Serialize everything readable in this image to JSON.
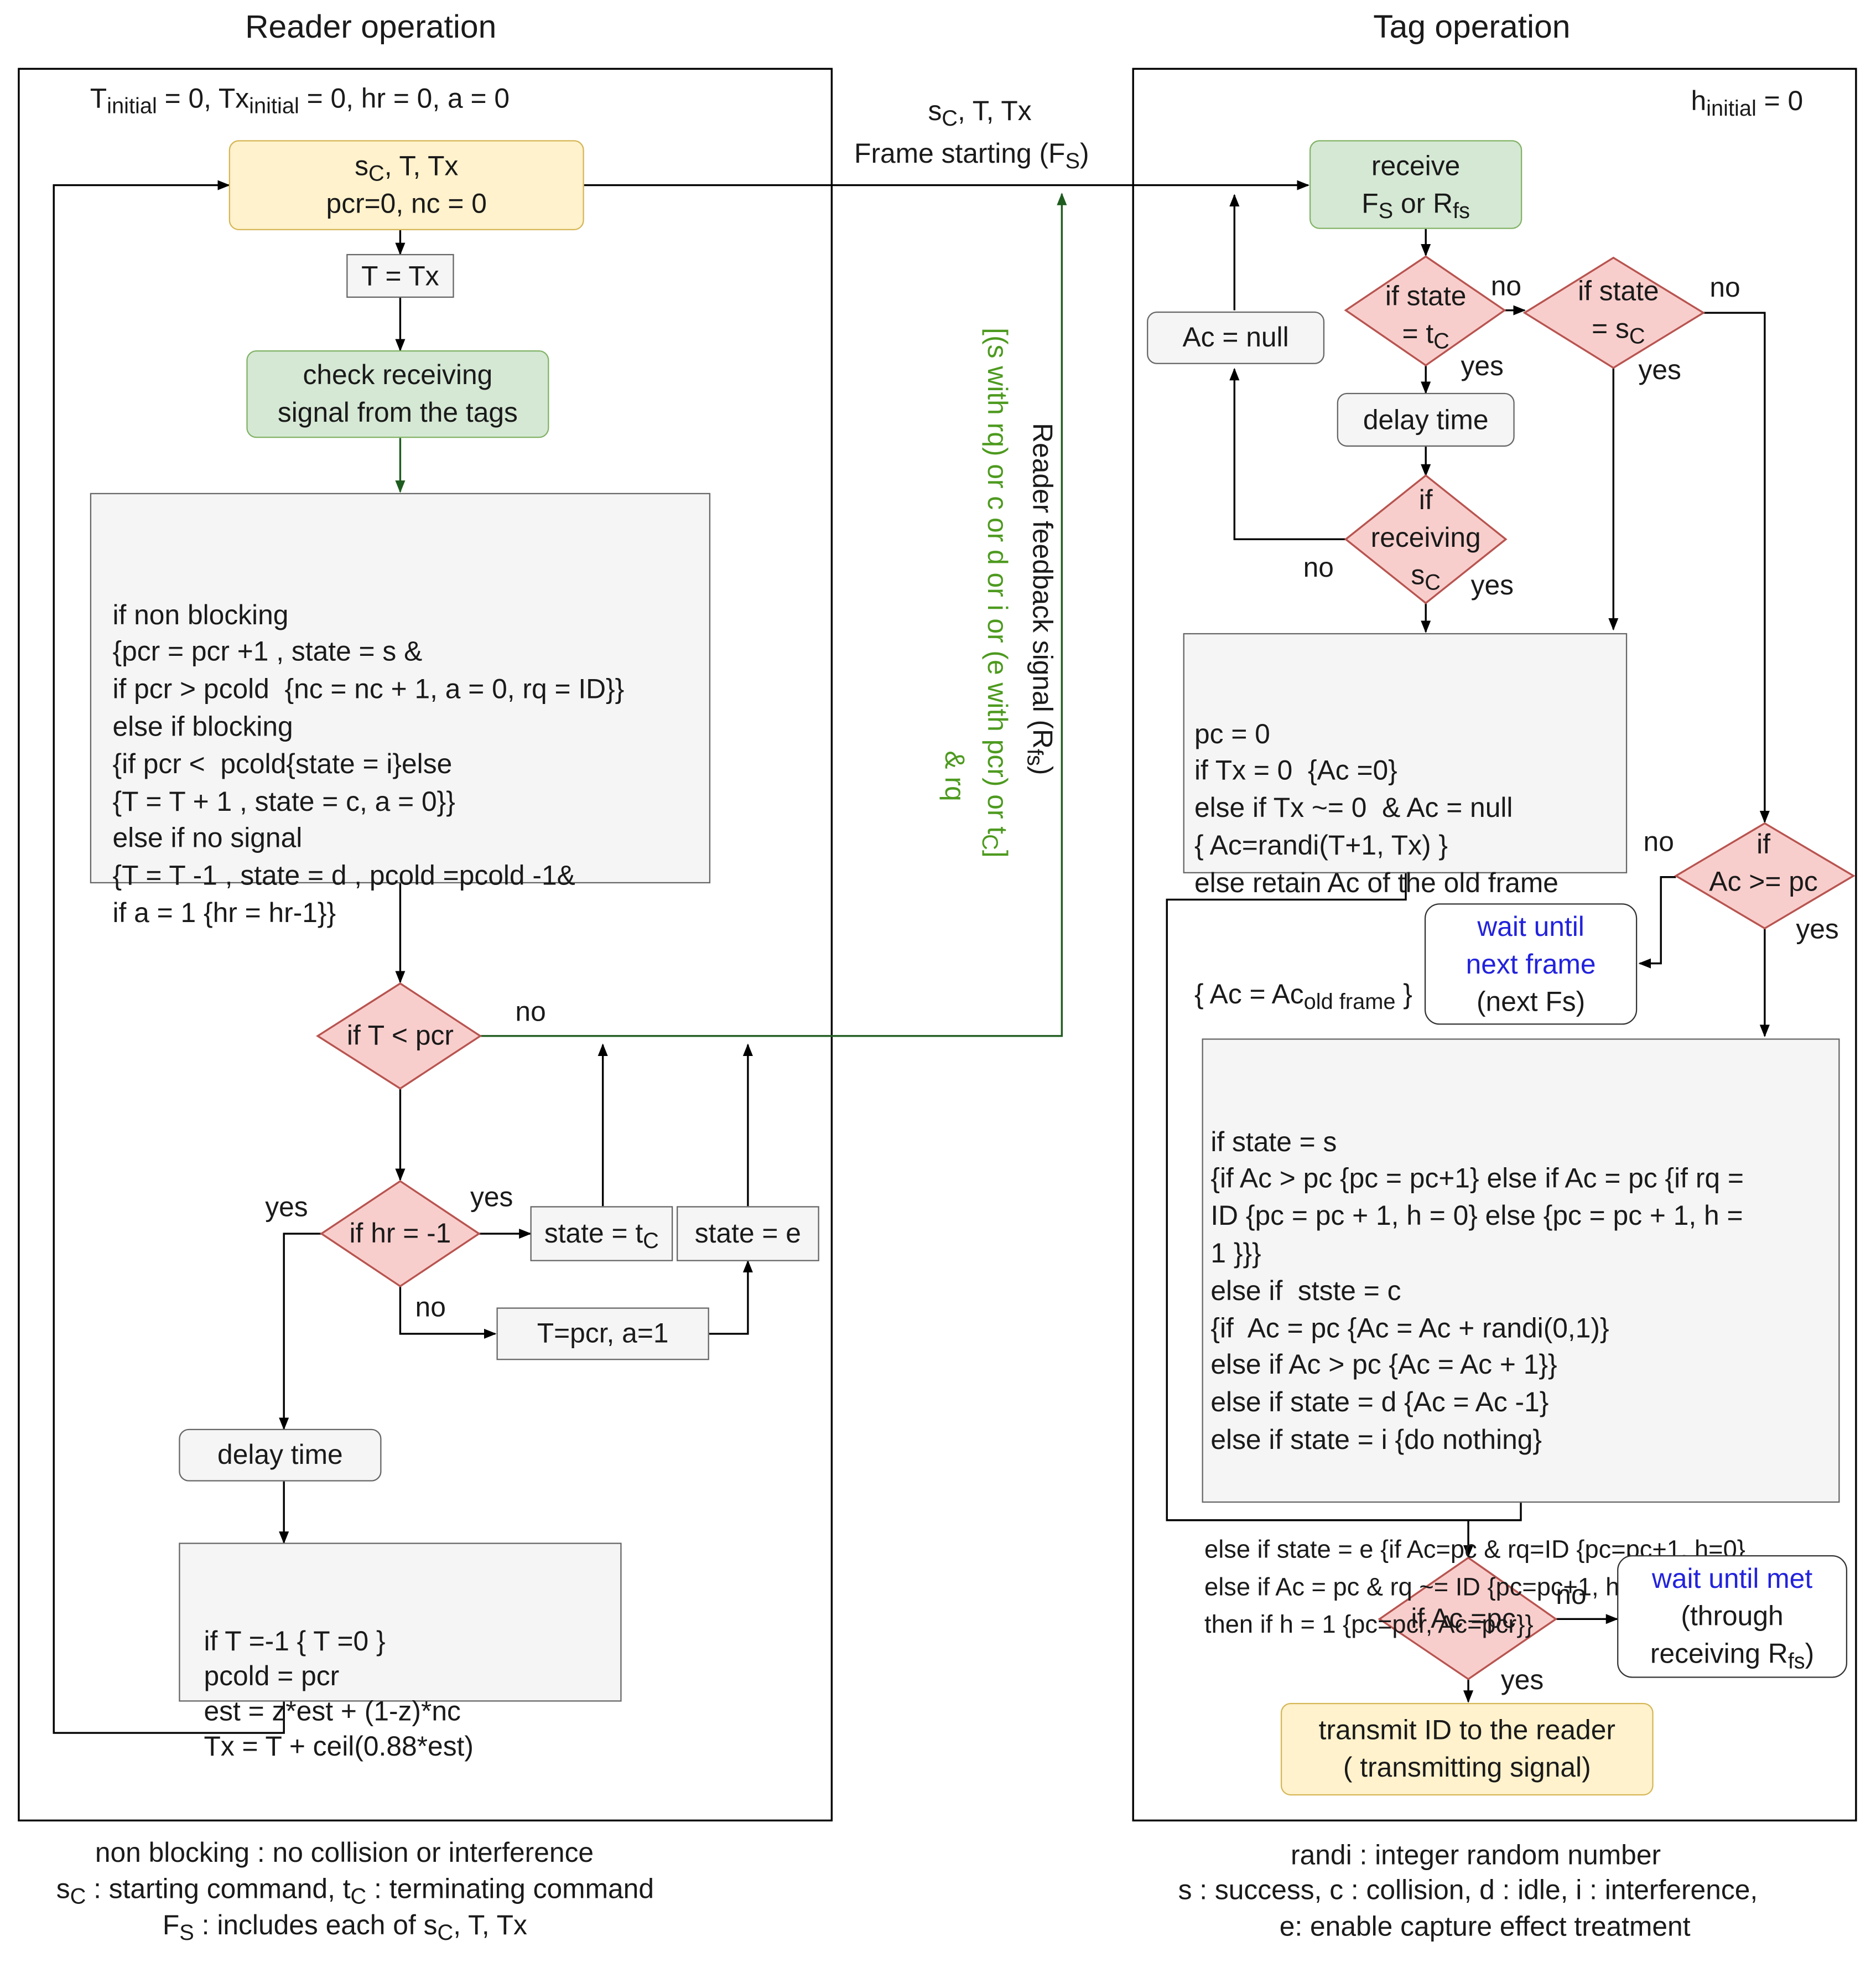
{
  "titles": {
    "reader": "Reader operation",
    "tag": "Tag operation"
  },
  "reader": {
    "init": {
      "T": "T",
      "T_sub": "initial",
      "T_rest": " = 0, Tx",
      "Tx_sub": "initial",
      "rest": "  = 0, hr = 0, a = 0"
    },
    "start_box": {
      "l1_s": "s",
      "l1_sub": "C",
      "l1_rest": ", T, Tx",
      "l2": "pcr=0, nc = 0"
    },
    "t_eq_tx": "T = Tx",
    "check_box": {
      "l1": "check receiving",
      "l2": "signal from the tags"
    },
    "main_code": [
      "if non blocking",
      "{pcr = pcr +1 , state = s &",
      "if pcr > pcold  {nc = nc + 1, a = 0, rq = ID}}",
      "else if blocking",
      "{if pcr <  pcold{state = i}else",
      "{T = T + 1 , state = c, a = 0}}",
      "else if no signal",
      "{T = T -1 , state = d , pcold =pcold -1&",
      "if a = 1 {hr = hr-1}}"
    ],
    "dec_t_pcr": "if T <  pcr",
    "dec_t_no": "no",
    "dec_hr": "if hr = -1",
    "dec_hr_yes_right": "yes",
    "dec_hr_yes_left": "yes",
    "dec_hr_no": "no",
    "state_tc": {
      "text": "state = t",
      "sub": "C"
    },
    "state_e": "state = e",
    "t_pcr": "T=pcr, a=1",
    "delay": "delay time",
    "final_code": [
      "if T =-1 { T =0 }",
      "pcold = pcr",
      "est = z*est + (1-z)*nc",
      "Tx = T + ceil(0.88*est)"
    ]
  },
  "middle": {
    "top_l1": {
      "s": "s",
      "sub": "C",
      "rest": ", T, Tx"
    },
    "top_l2": {
      "text": "Frame starting (F",
      "sub": "S",
      "end": ")"
    },
    "feedback_l1": {
      "text": "Reader feedback signal (R",
      "sub": "fs",
      "end": ")"
    },
    "feedback_l2": "[(s with rq) or c or d or i or (e with pcr) or t",
    "feedback_l2_sub": "C",
    "feedback_l2_end": "]",
    "feedback_l3": "& rq"
  },
  "tag": {
    "init": {
      "h": "h",
      "sub": "initial",
      "rest": " = 0"
    },
    "receive": {
      "l1": "receive",
      "l2_a": "F",
      "l2_sub1": "S",
      "l2_b": " or R",
      "l2_sub2": "fs"
    },
    "dec_tc": {
      "l1": "if state",
      "l2": "= t",
      "sub": "C"
    },
    "dec_tc_no": "no",
    "dec_tc_yes": "yes",
    "dec_sc": {
      "l1": "if state",
      "l2": "= s",
      "sub": "C"
    },
    "dec_sc_no": "no",
    "dec_sc_yes": "yes",
    "ac_null": "Ac = null",
    "delay": "delay time",
    "dec_recv": {
      "l1": "if",
      "l2": "receiving",
      "l3": "s",
      "sub": "C"
    },
    "dec_recv_no": "no",
    "dec_recv_yes": "yes",
    "pc_code": [
      "pc = 0",
      "if Tx = 0  {Ac =0}",
      "else if Tx ~= 0  & Ac = null",
      "{ Ac=randi(T+1, Tx) }",
      "else retain Ac of the old frame"
    ],
    "pc_code_last": {
      "a": "{ Ac = Ac",
      "sub": "old frame",
      "b": " }"
    },
    "dec_ac_pc": {
      "l1": "if",
      "l2": "Ac >= pc"
    },
    "dec_ac_pc_no": "no",
    "dec_ac_pc_yes": "yes",
    "wait_next": {
      "l1": "wait until",
      "l2": "next frame",
      "l3": "(next Fs)"
    },
    "state_code": [
      "if state = s",
      "{if Ac > pc {pc = pc+1} else if Ac = pc {if rq =",
      "ID {pc = pc + 1, h = 0} else {pc = pc + 1, h =",
      "1 }}}",
      "else if  stste = c",
      "{if  Ac = pc {Ac = Ac + randi(0,1)}",
      "else if Ac > pc {Ac = Ac + 1}}",
      "else if state = d {Ac = Ac -1}",
      "else if state = i {do nothing}"
    ],
    "state_code_small": [
      "else if state = e {if Ac=pc & rq=ID {pc=pc+1, h=0}",
      "else if Ac = pc & rq ~= ID {pc=pc+1, h=1}",
      "then if h = 1 {pc=pcr, Ac=pcr}}"
    ],
    "dec_ac_eq": "if Ac =pc",
    "dec_ac_eq_no": "no",
    "dec_ac_eq_yes": "yes",
    "wait_met": {
      "l1": "wait until met",
      "l2": "(through",
      "l3": "receiving R",
      "sub": "fs",
      "end": ")"
    },
    "transmit": {
      "l1": "transmit ID to the reader",
      "l2": "( transmitting signal)"
    }
  },
  "legend_left": {
    "l1": "non blocking : no collision or interference",
    "l2": {
      "a": "s",
      "s1": "C",
      "b": " : starting command, t",
      "s2": "C",
      "c": " : terminating command"
    },
    "l3": {
      "a": "F",
      "s1": "S",
      "b": " : includes each of s",
      "s2": "C",
      "c": ", T, Tx"
    }
  },
  "legend_right": {
    "l1": "randi : integer random number",
    "l2": "s : success, c : collision, d : idle,  i : interference,",
    "l3": "e: enable capture effect treatment"
  },
  "colors": {
    "decision_fill": "#f8cecc",
    "decision_stroke": "#b85450",
    "green_arrow": "#1f5c1f",
    "blue_text": "#2222dd"
  }
}
